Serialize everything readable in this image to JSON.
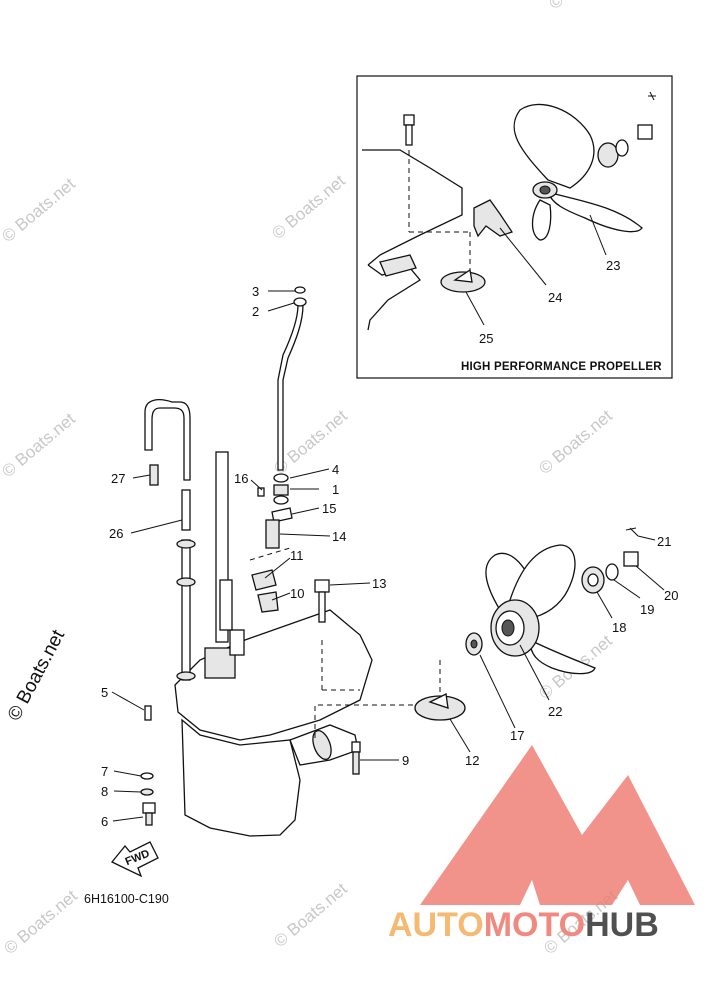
{
  "diagram_code": "6H16100-C190",
  "inset_caption": "HIGH PERFORMANCE PROPELLER",
  "fwd_label": "FWD",
  "watermark": "© Boats.net",
  "brand": {
    "part1": "AUTO",
    "part2": "MOTO",
    "part3": "HUB"
  },
  "callouts": {
    "c1": "1",
    "c2": "2",
    "c3": "3",
    "c4": "4",
    "c5": "5",
    "c6": "6",
    "c7": "7",
    "c8": "8",
    "c9": "9",
    "c10": "10",
    "c11": "11",
    "c12": "12",
    "c13": "13",
    "c14": "14",
    "c15": "15",
    "c16": "16",
    "c17": "17",
    "c18": "18",
    "c19": "19",
    "c20": "20",
    "c21": "21",
    "c22": "22",
    "c23": "23",
    "c24": "24",
    "c25": "25",
    "c26": "26",
    "c27": "27"
  },
  "colors": {
    "brand_orange": "#f5b971",
    "brand_salmon": "#f08a80",
    "brand_gray": "#505050",
    "logo_red": "#ee7b72"
  }
}
